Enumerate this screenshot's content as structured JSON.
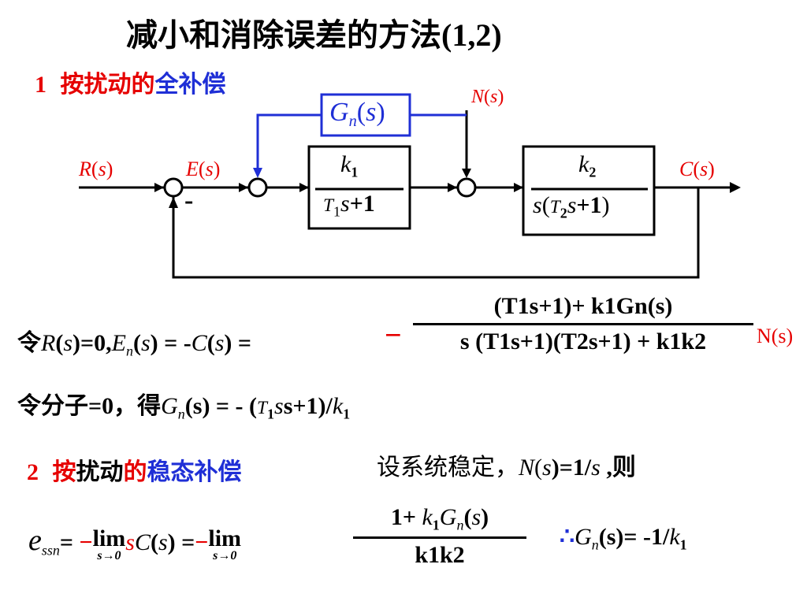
{
  "title": "减小和消除误差的方法(1,2)",
  "section1": {
    "num": "1",
    "text_red": "按扰动的",
    "text_blue": "全补偿"
  },
  "section2": {
    "num": "2",
    "t1": "按",
    "t2": "扰动",
    "t3": "的",
    "t4": "稳态补偿"
  },
  "colors": {
    "red": "#e60000",
    "blue": "#1f2fd6",
    "black": "#000000"
  },
  "diagram": {
    "R": "R",
    "E": "E",
    "C": "C",
    "N": "N",
    "s": "s",
    "Gn": "G",
    "n": "n",
    "k1": "k",
    "k2": "k",
    "one": "1",
    "two": "2",
    "T": "T",
    "plus1": "+1",
    "minus": "-",
    "lp": "(",
    "rp": ")"
  },
  "eq1": {
    "ling": "令",
    "lhs_R": "R",
    "lhs_zero": ")=0,",
    "En": "E",
    "n": "n",
    "eq_minus": " = -",
    "C": "C",
    "eq": ") =",
    "neg": "−",
    "num": "(T1s+1)+ k1Gn(s)",
    "den": "s (T1s+1)(T2s+1) + k1k2",
    "N": "N(s)"
  },
  "eq2": {
    "text1": "令分子=0，得",
    "G": "G",
    "n": "n",
    "rest": "(s) = - (",
    "T": "T",
    "one": "1",
    "s_plus": "s+1)/",
    "k": "k"
  },
  "sec2_right": {
    "text": "设系统稳定，",
    "N": "N",
    "s": "s",
    "mid": ")=1/",
    "end": " ,则"
  },
  "eq3": {
    "e": "e",
    "ssn": "ssn",
    "eq1": "= ",
    "neg1": "−",
    "lim": "lim",
    "under": "s→0",
    "s": "s",
    "C": "C",
    "eq2": ") =",
    "neg2": "−",
    "num_one": "1+ ",
    "den": "k1k2",
    "therefore": "∴",
    "G": "G",
    "n": "n",
    "rhs": "(s)= -1/",
    "k": "k",
    "one": "1"
  }
}
